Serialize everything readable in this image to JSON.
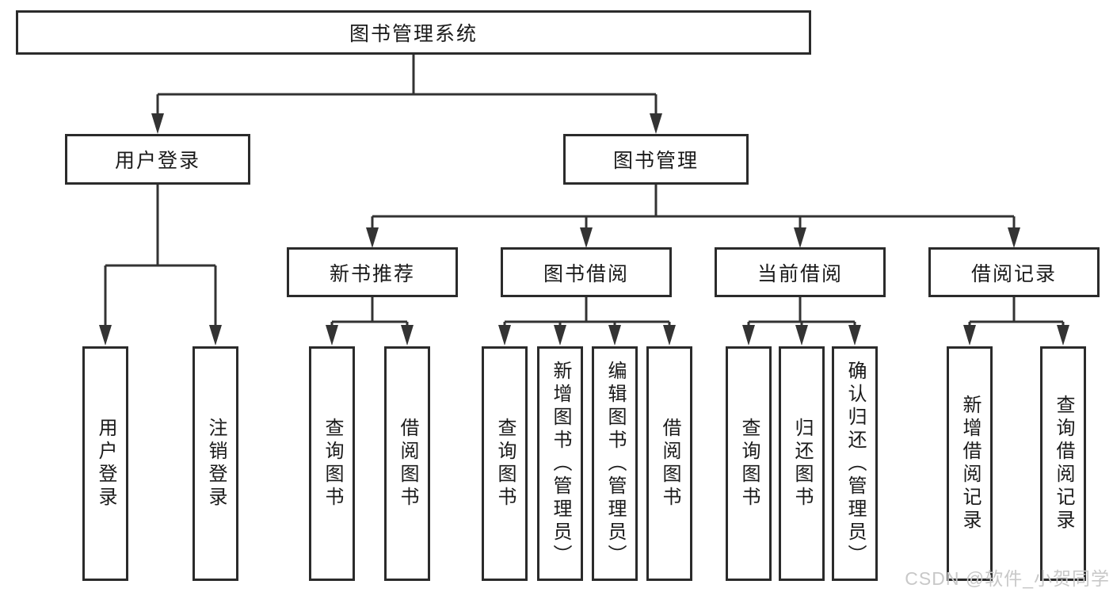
{
  "tree": {
    "root": "图书管理系统",
    "children": [
      {
        "label": "用户登录",
        "children": [
          {
            "label": "用户登录"
          },
          {
            "label": "注销登录"
          }
        ]
      },
      {
        "label": "图书管理",
        "children": [
          {
            "label": "新书推荐",
            "children": [
              {
                "label": "查询图书"
              },
              {
                "label": "借阅图书"
              }
            ]
          },
          {
            "label": "图书借阅",
            "children": [
              {
                "label": "查询图书"
              },
              {
                "label": "新增图书（管理员）"
              },
              {
                "label": "编辑图书（管理员）"
              },
              {
                "label": "借阅图书"
              }
            ]
          },
          {
            "label": "当前借阅",
            "children": [
              {
                "label": "查询图书"
              },
              {
                "label": "归还图书"
              },
              {
                "label": "确认归还（管理员）"
              }
            ]
          },
          {
            "label": "借阅记录",
            "children": [
              {
                "label": "新增借阅记录"
              },
              {
                "label": "查询借阅记录"
              }
            ]
          }
        ]
      }
    ]
  },
  "watermark": "CSDN @软件_小贺同学",
  "colors": {
    "line": "#333333",
    "box_border": "#2b2b2b",
    "text": "#1a1a1a",
    "watermark": "#c8c8c8",
    "background": "#ffffff"
  }
}
